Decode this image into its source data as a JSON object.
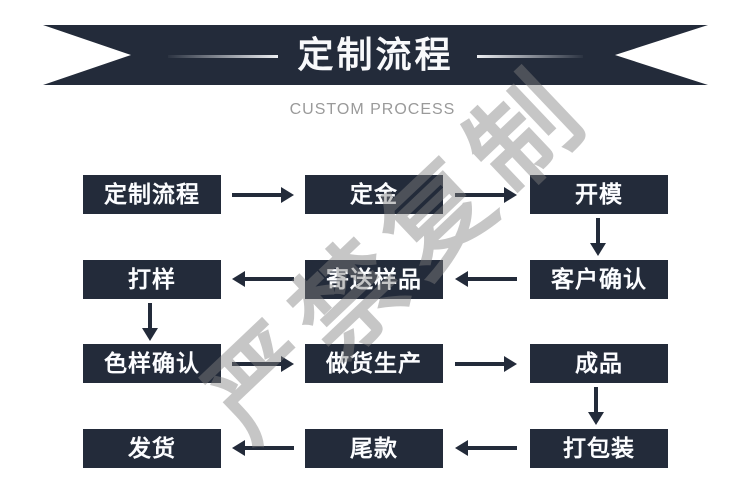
{
  "banner": {
    "title": "定制流程",
    "subtitle": "CUSTOM PROCESS"
  },
  "watermark": {
    "text": "严禁复制"
  },
  "flow": {
    "nodes": [
      {
        "label": "定制流程"
      },
      {
        "label": "定金"
      },
      {
        "label": "开模"
      },
      {
        "label": "打样"
      },
      {
        "label": "寄送样品"
      },
      {
        "label": "客户确认"
      },
      {
        "label": "色样确认"
      },
      {
        "label": "做货生产"
      },
      {
        "label": "成品"
      },
      {
        "label": "发货"
      },
      {
        "label": "尾款"
      },
      {
        "label": "打包装"
      }
    ],
    "edges": [
      {
        "from": "定制流程",
        "to": "定金",
        "direction": "right"
      },
      {
        "from": "定金",
        "to": "开模",
        "direction": "right"
      },
      {
        "from": "开模",
        "to": "客户确认",
        "direction": "down"
      },
      {
        "from": "客户确认",
        "to": "寄送样品",
        "direction": "left"
      },
      {
        "from": "寄送样品",
        "to": "打样",
        "direction": "left"
      },
      {
        "from": "打样",
        "to": "色样确认",
        "direction": "down"
      },
      {
        "from": "色样确认",
        "to": "做货生产",
        "direction": "right"
      },
      {
        "from": "做货生产",
        "to": "成品",
        "direction": "right"
      },
      {
        "from": "成品",
        "to": "打包装",
        "direction": "down"
      },
      {
        "from": "打包装",
        "to": "尾款",
        "direction": "left"
      },
      {
        "from": "尾款",
        "to": "发货",
        "direction": "left"
      }
    ]
  },
  "colors": {
    "ribbon": "#232b3a",
    "box": "#232b3a",
    "arrow": "#232b3a",
    "title_text": "#f8f9fb",
    "box_text": "#fcfdff",
    "subtitle_text": "#9a9a9a",
    "watermark_text": "rgba(128,128,128,0.45)"
  }
}
